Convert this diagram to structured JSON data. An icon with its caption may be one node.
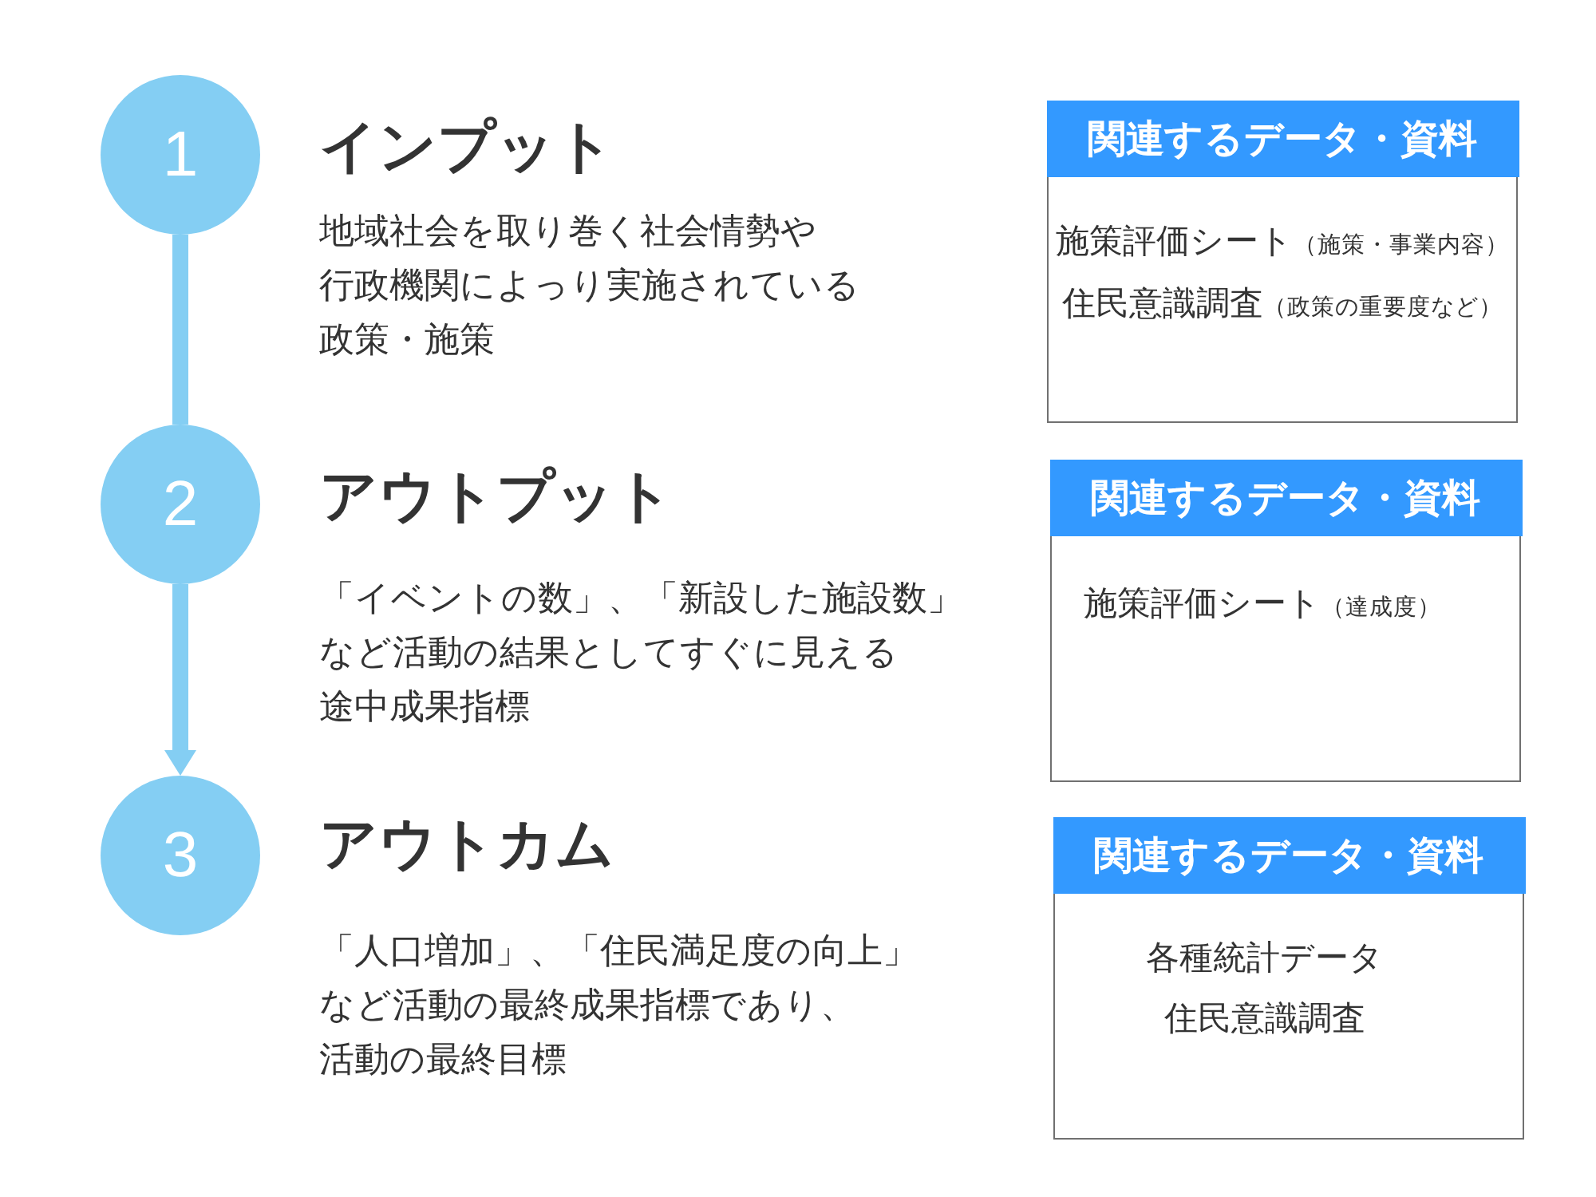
{
  "diagram": {
    "nodes": [
      {
        "text": [
          "1"
        ],
        "beside": [
          "インプット",
          "地域社会を取り巻く社会情勢や行政機関によっり実施されている政策・施策"
        ]
      },
      {
        "text": [
          "関連するデータ・資料",
          "施策評価シート",
          "（施策・事業内容）",
          "住民意識調査",
          "（政策の重要度など）"
        ]
      },
      {
        "text": [
          "2"
        ],
        "beside": [
          "アウトプット",
          "「イベントの数」、「新設した施設数」など活動の結果としてすぐに見える途中成果指標"
        ]
      },
      {
        "text": [
          "関連するデータ・資料",
          "施策評価シート",
          "（達成度）"
        ]
      },
      {
        "text": [
          "3"
        ],
        "beside": [
          "アウトカム",
          "「人口増加」、「住民満足度の向上」など活動の最終成果指標であり、活動の最終目標"
        ]
      },
      {
        "text": [
          "関連するデータ・資料",
          "各種統計データ",
          "住民意識調査"
        ]
      }
    ],
    "edges": [
      {
        "from": 0,
        "to": 2,
        "arrow": "none"
      },
      {
        "from": 2,
        "to": 4,
        "arrow": "to"
      }
    ]
  }
}
